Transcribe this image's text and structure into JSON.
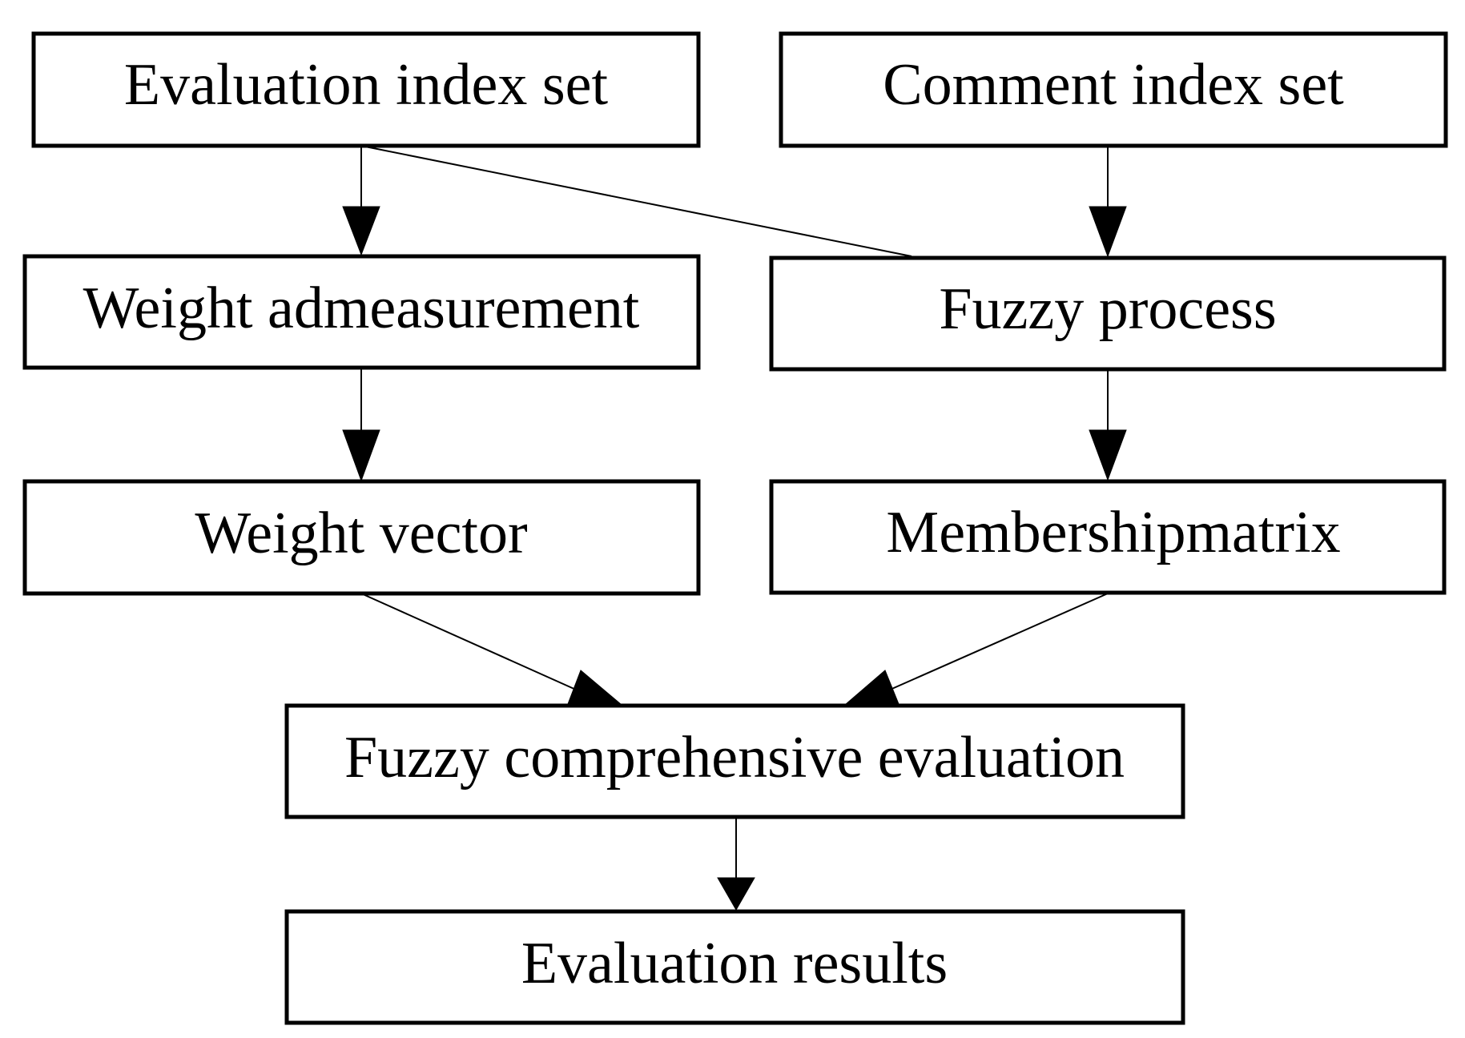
{
  "nodes": {
    "evaluation_index_set": "Evaluation index set",
    "comment_index_set": "Comment index set",
    "weight_admeasurement": "Weight admeasurement",
    "fuzzy_process": "Fuzzy process",
    "weight_vector": "Weight vector",
    "membership_matrix": "Membershipmatrix",
    "fuzzy_comprehensive_evaluation": "Fuzzy comprehensive evaluation",
    "evaluation_results": "Evaluation results"
  },
  "edges": [
    {
      "from": "evaluation_index_set",
      "to": "weight_admeasurement",
      "arrow": true
    },
    {
      "from": "evaluation_index_set",
      "to": "fuzzy_process",
      "arrow": false
    },
    {
      "from": "comment_index_set",
      "to": "fuzzy_process",
      "arrow": true
    },
    {
      "from": "weight_admeasurement",
      "to": "weight_vector",
      "arrow": true
    },
    {
      "from": "fuzzy_process",
      "to": "membership_matrix",
      "arrow": true
    },
    {
      "from": "weight_vector",
      "to": "fuzzy_comprehensive_evaluation",
      "arrow": true
    },
    {
      "from": "membership_matrix",
      "to": "fuzzy_comprehensive_evaluation",
      "arrow": true
    },
    {
      "from": "fuzzy_comprehensive_evaluation",
      "to": "evaluation_results",
      "arrow": true
    }
  ],
  "colors": {
    "stroke": "#000000",
    "background": "#ffffff"
  }
}
